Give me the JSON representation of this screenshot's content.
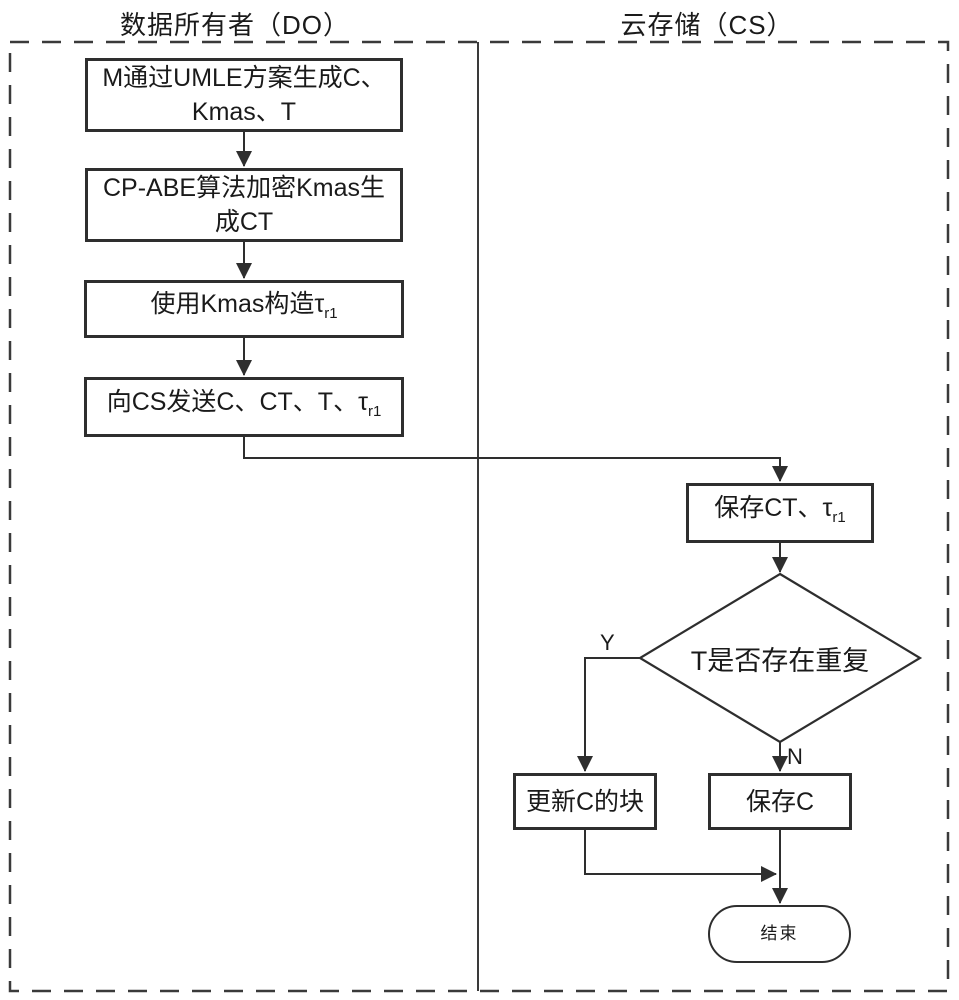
{
  "lanes": {
    "owner_title": "数据所有者（DO）",
    "cloud_title": "云存储（CS）"
  },
  "nodes": {
    "generate": {
      "line1": "M通过UMLE方案生成C、",
      "line2": "Kmas、T"
    },
    "encrypt": {
      "line1": "CP-ABE算法加密Kmas生",
      "line2": "成CT"
    },
    "construct": {
      "text": "使用Kmas构造τ",
      "sub": "r1"
    },
    "send": {
      "text": "向CS发送C、CT、T、τ",
      "sub": "r1"
    },
    "save_ct": {
      "text": "保存CT、τ",
      "sub": "r1"
    },
    "decision": {
      "text": "T是否存在重复"
    },
    "update_block": {
      "text": "更新C的块"
    },
    "save_c": {
      "text": "保存C"
    },
    "end": {
      "text": "结束"
    }
  },
  "branch": {
    "yes": "Y",
    "no": "N"
  },
  "colors": {
    "line": "#2e2e2e",
    "background": "#ffffff",
    "text": "#1a1a1a"
  }
}
